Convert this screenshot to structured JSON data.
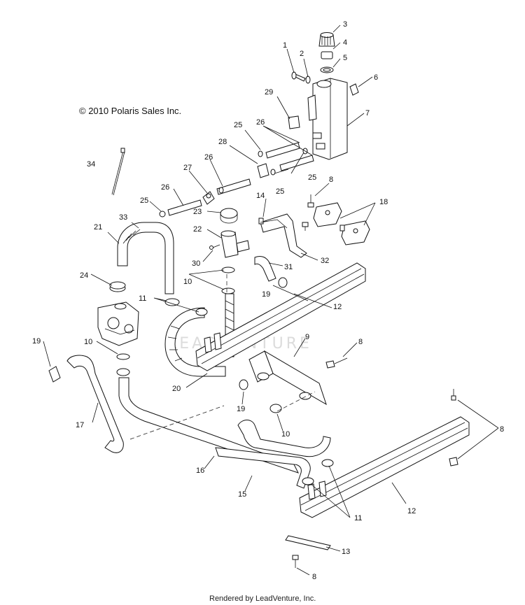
{
  "copyright": "© 2010 Polaris Sales Inc.",
  "watermark": "LEADVENTURE",
  "footer": "Rendered by LeadVenture, Inc.",
  "callouts": [
    {
      "id": "c1",
      "text": "1"
    },
    {
      "id": "c2",
      "text": "2"
    },
    {
      "id": "c3",
      "text": "3"
    },
    {
      "id": "c4",
      "text": "4"
    },
    {
      "id": "c5",
      "text": "5"
    },
    {
      "id": "c6",
      "text": "6"
    },
    {
      "id": "c7",
      "text": "7"
    },
    {
      "id": "c8a",
      "text": "8"
    },
    {
      "id": "c8b",
      "text": "8"
    },
    {
      "id": "c8c",
      "text": "8"
    },
    {
      "id": "c8d",
      "text": "8"
    },
    {
      "id": "c9",
      "text": "9"
    },
    {
      "id": "c10a",
      "text": "10"
    },
    {
      "id": "c10b",
      "text": "10"
    },
    {
      "id": "c10c",
      "text": "10"
    },
    {
      "id": "c11a",
      "text": "11"
    },
    {
      "id": "c11b",
      "text": "11"
    },
    {
      "id": "c12a",
      "text": "12"
    },
    {
      "id": "c12b",
      "text": "12"
    },
    {
      "id": "c13",
      "text": "13"
    },
    {
      "id": "c14",
      "text": "14"
    },
    {
      "id": "c15",
      "text": "15"
    },
    {
      "id": "c16",
      "text": "16"
    },
    {
      "id": "c17",
      "text": "17"
    },
    {
      "id": "c18",
      "text": "18"
    },
    {
      "id": "c19a",
      "text": "19"
    },
    {
      "id": "c19b",
      "text": "19"
    },
    {
      "id": "c19c",
      "text": "19"
    },
    {
      "id": "c20",
      "text": "20"
    },
    {
      "id": "c21",
      "text": "21"
    },
    {
      "id": "c22",
      "text": "22"
    },
    {
      "id": "c23",
      "text": "23"
    },
    {
      "id": "c24",
      "text": "24"
    },
    {
      "id": "c25a",
      "text": "25"
    },
    {
      "id": "c25b",
      "text": "25"
    },
    {
      "id": "c25c",
      "text": "25"
    },
    {
      "id": "c25d",
      "text": "25"
    },
    {
      "id": "c26a",
      "text": "26"
    },
    {
      "id": "c26b",
      "text": "26"
    },
    {
      "id": "c26c",
      "text": "26"
    },
    {
      "id": "c27",
      "text": "27"
    },
    {
      "id": "c28",
      "text": "28"
    },
    {
      "id": "c29",
      "text": "29"
    },
    {
      "id": "c30",
      "text": "30"
    },
    {
      "id": "c31",
      "text": "31"
    },
    {
      "id": "c32",
      "text": "32"
    },
    {
      "id": "c33",
      "text": "33"
    },
    {
      "id": "c34",
      "text": "34"
    }
  ]
}
